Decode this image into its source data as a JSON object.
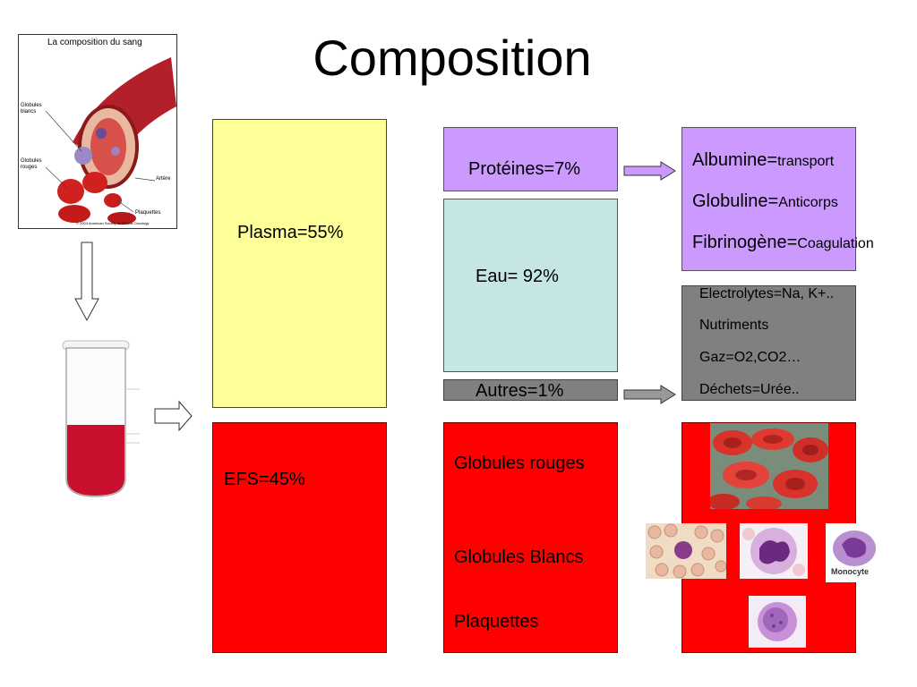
{
  "title": "Composition",
  "illustration": {
    "title": "La composition du sang",
    "labels": {
      "globules_blancs": "Globules blancs",
      "globules_rouges": "Globules rouges",
      "artere": "Artère",
      "plaquettes": "Plaquettes"
    },
    "copyright": "© 2004 American Society of Clinical Oncology"
  },
  "col1": {
    "plasma": "Plasma=55%",
    "efs": "EFS=45%"
  },
  "col2": {
    "proteines": "Protéines=7%",
    "eau": "Eau= 92%",
    "autres": "Autres=1%",
    "cells": [
      "Globules rouges",
      "Globules Blancs",
      "Plaquettes"
    ]
  },
  "proteins_detail": [
    {
      "name": "Albumine=",
      "role": "transport"
    },
    {
      "name": "Globuline=",
      "role": "Anticorps"
    },
    {
      "name": "Fibrinogène=",
      "role": "Coagulation"
    }
  ],
  "others_detail": [
    "Electrolytes=Na, K+..",
    "Nutriments",
    "Gaz=O2,CO2…",
    "Déchets=Urée.."
  ],
  "monocyte_label": "Monocyte",
  "colors": {
    "plasma": "#ffff99",
    "efs": "#ff0000",
    "proteines": "#cc99ff",
    "eau": "#c6e5e5",
    "autres": "#808080"
  }
}
